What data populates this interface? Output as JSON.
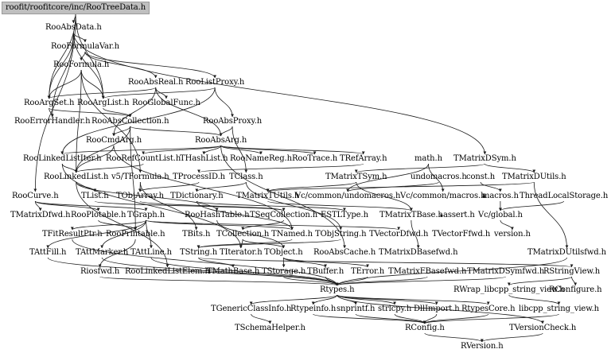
{
  "graph": {
    "root": "roofit/roofitcore/inc/RooTreeData.h",
    "nodes": {
      "RooAbsData": "RooAbsData.h",
      "RooFormulaVar": "RooFormulaVar.h",
      "RooFormula": "RooFormula.h",
      "RooAbsReal": "RooAbsReal.h",
      "RooListProxy": "RooListProxy.h",
      "RooArgSet": "RooArgSet.h",
      "RooArgList": "RooArgList.h",
      "RooGlobalFunc": "RooGlobalFunc.h",
      "RooErrorHandler": "RooErrorHandler.h",
      "RooAbsCollection": "RooAbsCollection.h",
      "RooAbsProxy": "RooAbsProxy.h",
      "RooCmdArg": "RooCmdArg.h",
      "RooAbsArg": "RooAbsArg.h",
      "RooLinkedListIter": "RooLinkedListIter.h",
      "RooRefCountList": "RooRefCountList.h",
      "THashList": "THashList.h",
      "RooNameReg": "RooNameReg.h",
      "RooTrace": "RooTrace.h",
      "TRefArray": "TRefArray.h",
      "math": "math.h",
      "TMatrixDSym": "TMatrixDSym.h",
      "RooLinkedList": "RooLinkedList.h",
      "v5TFormula": "v5/TFormula.h",
      "TProcessID": "TProcessID.h",
      "TClass": "TClass.h",
      "TMatrixTSym": "TMatrixTSym.h",
      "undomacros": "undomacros.h",
      "const": "const.h",
      "TMatrixDUtils": "TMatrixDUtils.h",
      "RooCurve": "RooCurve.h",
      "TList": "TList.h",
      "TObjArray": "TObjArray.h",
      "TDictionary": "TDictionary.h",
      "TMatrixTUtils": "TMatrixTUtils.h",
      "VcUndomacros": "Vc/common/undomacros.h",
      "VcMacros": "Vc/common/macros.h",
      "macros": "macros.h",
      "ThreadLocalStorage": "ThreadLocalStorage.h",
      "TMatrixDfwd": "TMatrixDfwd.h",
      "RooPlotable": "RooPlotable.h",
      "TGraph": "TGraph.h",
      "RooHashTable": "RooHashTable.h",
      "TSeqCollection": "TSeqCollection.h",
      "ESTLType": "ESTLType.h",
      "TMatrixTBase": "TMatrixTBase.h",
      "assert": "assert.h",
      "VcGlobal": "Vc/global.h",
      "TFitResultPtr": "TFitResultPtr.h",
      "RooPrintable": "RooPrintable.h",
      "TBits": "TBits.h",
      "TCollection": "TCollection.h",
      "TNamed": "TNamed.h",
      "TObjString": "TObjString.h",
      "TVectorDfwd": "TVectorDfwd.h",
      "TVectorFfwd": "TVectorFfwd.h",
      "version": "version.h",
      "TAttFill": "TAttFill.h",
      "TAttMarker": "TAttMarker.h",
      "TAttLine": "TAttLine.h",
      "TString": "TString.h",
      "TIterator": "TIterator.h",
      "TObject": "TObject.h",
      "RooAbsCache": "RooAbsCache.h",
      "TMatrixDBasefwd": "TMatrixDBasefwd.h",
      "TMatrixDUtilsfwd": "TMatrixDUtilsfwd.h",
      "Riosfwd": "Riosfwd.h",
      "RooLinkedListElem": "RooLinkedListElem.h",
      "TMathBase": "TMathBase.h",
      "TStorage": "TStorage.h",
      "TBuffer": "TBuffer.h",
      "TError": "TError.h",
      "TMatrixFBasefwd": "TMatrixFBasefwd.h",
      "TMatrixDSymfwd": "TMatrixDSymfwd.h",
      "RStringView": "RStringView.h",
      "Rtypes": "Rtypes.h",
      "RWrap": "RWrap_libcpp_string_view.h",
      "RConfigure": "RConfigure.h",
      "TGenericClassInfo": "TGenericClassInfo.h",
      "Rtypeinfo": "Rtypeinfo.h",
      "snprintf": "snprintf.h",
      "strlcpy": "strlcpy.h",
      "DllImport": "DllImport.h",
      "RtypesCore": "RtypesCore.h",
      "libcpp": "libcpp_string_view.h",
      "TSchemaHelper": "TSchemaHelper.h",
      "RConfig": "RConfig.h",
      "TVersionCheck": "TVersionCheck.h",
      "RVersion": "RVersion.h"
    },
    "edges": [
      [
        "root",
        "RooAbsData"
      ],
      [
        "root",
        "RooArgSet"
      ],
      [
        "root",
        "RooCurve"
      ],
      [
        "root",
        "RooArgList"
      ],
      [
        "RooAbsData",
        "RooFormulaVar"
      ],
      [
        "RooAbsData",
        "RooArgSet"
      ],
      [
        "RooAbsData",
        "RooErrorHandler"
      ],
      [
        "RooAbsData",
        "TMatrixDSym"
      ],
      [
        "RooAbsData",
        "RooArgList"
      ],
      [
        "RooFormulaVar",
        "RooFormula"
      ],
      [
        "RooFormulaVar",
        "RooAbsReal"
      ],
      [
        "RooFormulaVar",
        "RooListProxy"
      ],
      [
        "RooFormula",
        "RooArgSet"
      ],
      [
        "RooFormula",
        "RooArgList"
      ],
      [
        "RooFormula",
        "v5TFormula"
      ],
      [
        "RooFormula",
        "RooLinkedList"
      ],
      [
        "RooAbsReal",
        "RooArgSet"
      ],
      [
        "RooAbsReal",
        "RooGlobalFunc"
      ],
      [
        "RooAbsReal",
        "RooAbsArg"
      ],
      [
        "RooAbsReal",
        "RooCmdArg"
      ],
      [
        "RooListProxy",
        "RooArgList"
      ],
      [
        "RooListProxy",
        "RooAbsProxy"
      ],
      [
        "RooListProxy",
        "RooLinkedListIter"
      ],
      [
        "RooArgSet",
        "RooErrorHandler"
      ],
      [
        "RooArgSet",
        "RooAbsCollection"
      ],
      [
        "RooArgList",
        "RooAbsCollection"
      ],
      [
        "RooAbsCollection",
        "RooCmdArg"
      ],
      [
        "RooAbsCollection",
        "RooAbsArg"
      ],
      [
        "RooAbsCollection",
        "RooLinkedList"
      ],
      [
        "RooAbsCollection",
        "RooPrintable"
      ],
      [
        "RooAbsProxy",
        "RooAbsArg"
      ],
      [
        "RooAbsProxy",
        "TClass"
      ],
      [
        "RooCmdArg",
        "RooLinkedList"
      ],
      [
        "RooCmdArg",
        "TNamed"
      ],
      [
        "RooAbsArg",
        "RooRefCountList"
      ],
      [
        "RooAbsArg",
        "THashList"
      ],
      [
        "RooAbsArg",
        "RooNameReg"
      ],
      [
        "RooAbsArg",
        "RooTrace"
      ],
      [
        "RooAbsArg",
        "TRefArray"
      ],
      [
        "RooAbsArg",
        "RooLinkedListIter"
      ],
      [
        "RooAbsArg",
        "RooAbsCache"
      ],
      [
        "RooLinkedListIter",
        "RooLinkedList"
      ],
      [
        "RooLinkedListIter",
        "TIterator"
      ],
      [
        "RooRefCountList",
        "RooLinkedList"
      ],
      [
        "RooLinkedList",
        "TList"
      ],
      [
        "RooLinkedList",
        "RooHashTable"
      ],
      [
        "RooLinkedList",
        "RooLinkedListElem"
      ],
      [
        "v5TFormula",
        "TBits"
      ],
      [
        "v5TFormula",
        "TObjArray"
      ],
      [
        "TRefArray",
        "TProcessID"
      ],
      [
        "TProcessID",
        "TObjArray"
      ],
      [
        "TClass",
        "TDictionary"
      ],
      [
        "TClass",
        "TObjString"
      ],
      [
        "math",
        "VcUndomacros"
      ],
      [
        "math",
        "VcMacros"
      ],
      [
        "TMatrixDSym",
        "TMatrixTSym"
      ],
      [
        "TMatrixDSym",
        "TMatrixDUtils"
      ],
      [
        "TMatrixTSym",
        "TMatrixTBase"
      ],
      [
        "TMatrixTSym",
        "TMatrixTUtils"
      ],
      [
        "undomacros",
        "VcUndomacros"
      ],
      [
        "const",
        "macros"
      ],
      [
        "TMatrixDUtils",
        "TMatrixTUtils"
      ],
      [
        "TMatrixDUtils",
        "TMatrixDUtilsfwd"
      ],
      [
        "RooCurve",
        "TMatrixDfwd"
      ],
      [
        "RooCurve",
        "RooPlotable"
      ],
      [
        "RooCurve",
        "TGraph"
      ],
      [
        "TList",
        "TSeqCollection"
      ],
      [
        "TObjArray",
        "TSeqCollection"
      ],
      [
        "TDictionary",
        "ESTLType"
      ],
      [
        "TDictionary",
        "TNamed"
      ],
      [
        "TMatrixTUtils",
        "TMatrixTBase"
      ],
      [
        "VcMacros",
        "macros"
      ],
      [
        "macros",
        "VcGlobal"
      ],
      [
        "ThreadLocalStorage",
        "VcGlobal"
      ],
      [
        "RooPlotable",
        "RooPrintable"
      ],
      [
        "TGraph",
        "TNamed"
      ],
      [
        "TGraph",
        "TAttLine"
      ],
      [
        "TGraph",
        "TAttFill"
      ],
      [
        "TGraph",
        "TAttMarker"
      ],
      [
        "TGraph",
        "TVectorDfwd"
      ],
      [
        "TGraph",
        "TFitResultPtr"
      ],
      [
        "RooHashTable",
        "TObject"
      ],
      [
        "TSeqCollection",
        "TCollection"
      ],
      [
        "TMatrixTBase",
        "assert"
      ],
      [
        "TMatrixTBase",
        "TMatrixDBasefwd"
      ],
      [
        "VcGlobal",
        "version"
      ],
      [
        "TFitResultPtr",
        "Rtypes"
      ],
      [
        "RooPrintable",
        "Riosfwd"
      ],
      [
        "TCollection",
        "TObject"
      ],
      [
        "TCollection",
        "TIterator"
      ],
      [
        "TNamed",
        "TString"
      ],
      [
        "TObjString",
        "TString"
      ],
      [
        "TAttFill",
        "Rtypes"
      ],
      [
        "TAttMarker",
        "Rtypes"
      ],
      [
        "TAttLine",
        "Rtypes"
      ],
      [
        "TString",
        "TMathBase"
      ],
      [
        "TString",
        "RStringView"
      ],
      [
        "TObject",
        "TStorage"
      ],
      [
        "TObject",
        "TBuffer"
      ],
      [
        "TObject",
        "TError"
      ],
      [
        "TMatrixDUtilsfwd",
        "Rtypes"
      ],
      [
        "Riosfwd",
        "Rtypes"
      ],
      [
        "TStorage",
        "Rtypes"
      ],
      [
        "TBuffer",
        "Rtypes"
      ],
      [
        "TError",
        "Rtypes"
      ],
      [
        "TMatrixFBasefwd",
        "Rtypes"
      ],
      [
        "TMatrixDSymfwd",
        "Rtypes"
      ],
      [
        "RStringView",
        "RWrap"
      ],
      [
        "RStringView",
        "RConfigure"
      ],
      [
        "RWrap",
        "libcpp"
      ],
      [
        "Rtypes",
        "TGenericClassInfo"
      ],
      [
        "Rtypes",
        "Rtypeinfo"
      ],
      [
        "Rtypes",
        "snprintf"
      ],
      [
        "Rtypes",
        "strlcpy"
      ],
      [
        "Rtypes",
        "DllImport"
      ],
      [
        "Rtypes",
        "RtypesCore"
      ],
      [
        "Rtypes",
        "TVersionCheck"
      ],
      [
        "TGenericClassInfo",
        "TSchemaHelper"
      ],
      [
        "Rtypeinfo",
        "RConfig"
      ],
      [
        "snprintf",
        "RConfig"
      ],
      [
        "strlcpy",
        "RConfig"
      ],
      [
        "DllImport",
        "RConfig"
      ],
      [
        "RtypesCore",
        "RConfig"
      ],
      [
        "libcpp",
        "RConfig"
      ],
      [
        "TVersionCheck",
        "RVersion"
      ],
      [
        "RConfig",
        "RVersion"
      ]
    ]
  }
}
